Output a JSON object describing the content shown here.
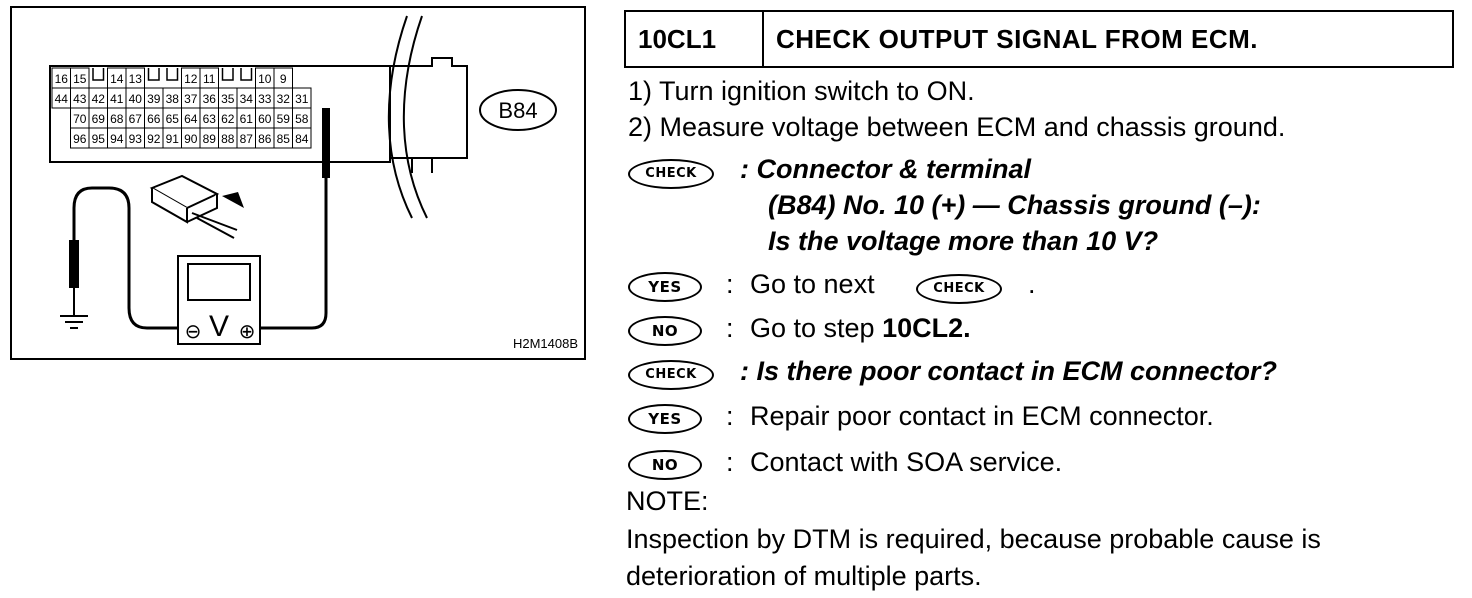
{
  "figure": {
    "connector_label": "B84",
    "image_code": "H2M1408B",
    "meter_symbol": "V",
    "meter_minus": "⊖",
    "meter_plus": "⊕",
    "pin_rows": [
      [
        "16",
        "15",
        "",
        "14",
        "13",
        "",
        "",
        "12",
        "11",
        "",
        "",
        "10",
        "9"
      ],
      [
        "44",
        "43",
        "42",
        "41",
        "40",
        "39",
        "38",
        "37",
        "36",
        "35",
        "34",
        "33",
        "32",
        "31"
      ],
      [
        "70",
        "69",
        "68",
        "67",
        "66",
        "65",
        "64",
        "63",
        "62",
        "61",
        "60",
        "59",
        "58"
      ],
      [
        "96",
        "95",
        "94",
        "93",
        "92",
        "91",
        "90",
        "89",
        "88",
        "87",
        "86",
        "85",
        "84"
      ]
    ]
  },
  "step": {
    "id": "10CL1",
    "title": "CHECK OUTPUT SIGNAL FROM ECM."
  },
  "instructions": [
    "1)  Turn ignition switch to ON.",
    "2)  Measure voltage between ECM and chassis ground."
  ],
  "badges": {
    "check": "CHECK",
    "yes": "YES",
    "no": "NO"
  },
  "check1": {
    "line1": ": Connector & terminal",
    "line2": "(B84) No. 10 (+) — Chassis ground (–):",
    "line3": "Is the voltage more than 10 V?"
  },
  "yes1": {
    "colon": ":",
    "text": "Go to next",
    "after": "."
  },
  "no1": {
    "colon": ":",
    "text": "Go to step ",
    "bold": "10CL2."
  },
  "check2": {
    "text": ": Is there poor contact in ECM connector?"
  },
  "yes2": {
    "colon": ":",
    "text": "Repair poor contact in ECM connector."
  },
  "no2": {
    "colon": ":",
    "text": "Contact with SOA service."
  },
  "note": {
    "label": "NOTE:",
    "line1": "Inspection by DTM is required, because probable cause is",
    "line2": "deterioration of multiple parts."
  }
}
